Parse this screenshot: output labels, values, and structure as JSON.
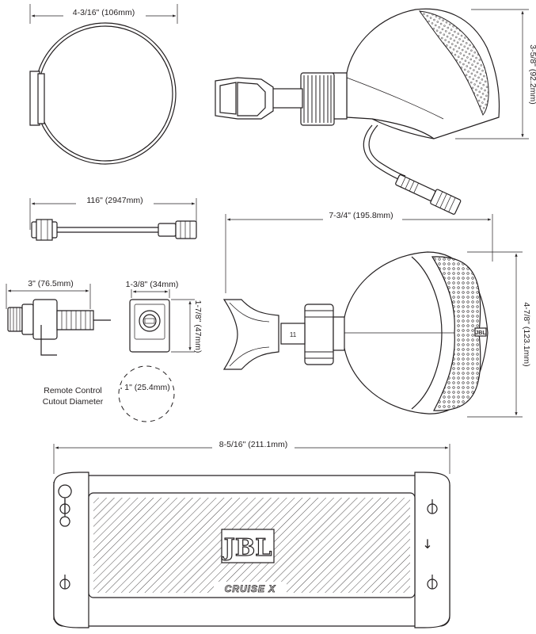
{
  "dimensions": {
    "ring_width": "4-3/16\" (106mm)",
    "speaker_side_height": "3-5/8\" (92.2mm)",
    "cable_length": "116\" (2947mm)",
    "speaker_front_width": "7-3/4\" (195.8mm)",
    "speaker_front_height": "4-7/8\" (123.1mm)",
    "remote_length": "3\" (76.5mm)",
    "remote_width": "1-3/8\" (34mm)",
    "remote_height": "1-7/8\" (47mm)",
    "cutout_diameter": "1\" (25.4mm)",
    "amp_width": "8-5/16\" (211.1mm)"
  },
  "captions": {
    "cutout_line1": "Remote Control",
    "cutout_line2": "Cutout Diameter"
  },
  "product": {
    "brand": "JBL",
    "model": "CRUISE X",
    "arrow_symbol": "↓",
    "speaker_front_brand": "JBL",
    "speaker_bracket_mark": "11"
  }
}
